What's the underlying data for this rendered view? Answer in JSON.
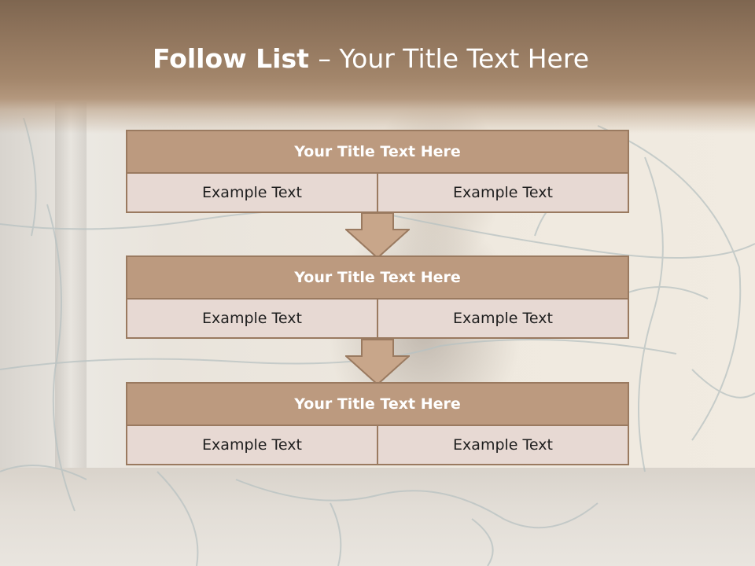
{
  "slide": {
    "title_bold": "Follow List ",
    "title_rest": " – Your Title Text Here"
  },
  "stages": [
    {
      "title": "Your Title Text Here",
      "left": "Example Text",
      "right": "Example Text"
    },
    {
      "title": "Your Title Text Here",
      "left": "Example Text",
      "right": "Example Text"
    },
    {
      "title": "Your Title Text Here",
      "left": "Example Text",
      "right": "Example Text"
    }
  ],
  "colors": {
    "header_band": "#8e735b",
    "stage_header": "#bc9a7f",
    "stage_row": "#e7d9d3",
    "border": "#9a7a60",
    "arrow": "#c8a68a"
  },
  "icons": [
    "down-arrow-icon",
    "down-arrow-icon"
  ]
}
